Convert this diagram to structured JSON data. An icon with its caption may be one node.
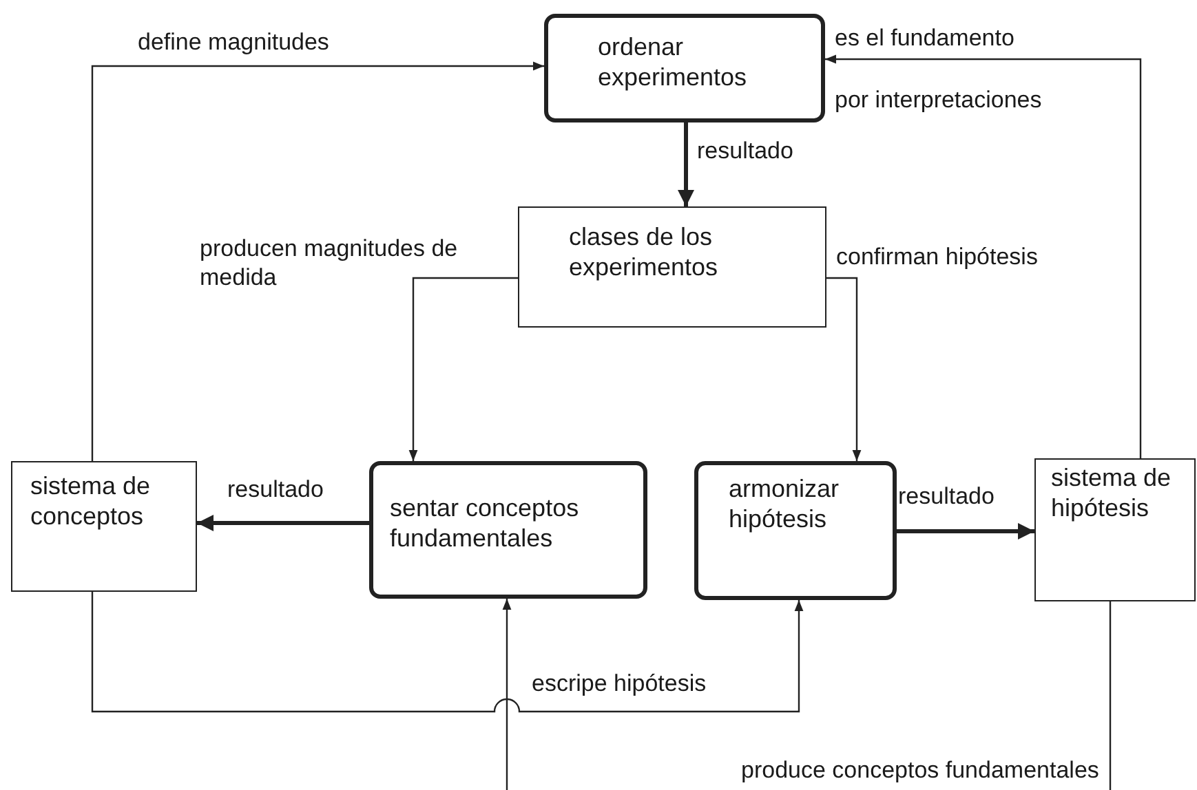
{
  "diagram": {
    "nodes": [
      {
        "text": [
          "ordenar experimentos"
        ]
      },
      {
        "text": [
          "clases de los experimentos"
        ]
      },
      {
        "text": [
          "sistema de conceptos"
        ]
      },
      {
        "text": [
          "sentar conceptos fundamentales"
        ]
      },
      {
        "text": [
          "armonizar hipótesis"
        ]
      },
      {
        "text": [
          "sistema de hipótesis"
        ]
      }
    ],
    "edges": [
      {
        "from": 2,
        "to": 0,
        "arrow": "to",
        "label": "define magnitudes"
      },
      {
        "from": 5,
        "to": 0,
        "arrow": "to",
        "label": "es el fundamento"
      },
      {
        "from": 0,
        "to": 1,
        "arrow": "to",
        "label": "resultado",
        "style": "thick"
      },
      {
        "from": 1,
        "to": 3,
        "arrow": "to",
        "label": "producen magnitudes de medida"
      },
      {
        "from": 1,
        "to": 4,
        "arrow": "to",
        "label": "confirman hipótesis"
      },
      {
        "from": 3,
        "to": 2,
        "arrow": "to",
        "label": "resultado",
        "style": "thick"
      },
      {
        "from": 4,
        "to": 5,
        "arrow": "to",
        "label": "resultado",
        "style": "thick"
      },
      {
        "from": 2,
        "to": 4,
        "arrow": "to",
        "label": "escripe hipótesis"
      },
      {
        "from": 5,
        "to": null,
        "arrow": "none",
        "label": "produce conceptos fundamentales"
      },
      {
        "from": null,
        "to": 3,
        "arrow": "to"
      }
    ],
    "labels": [
      "por interpretaciones"
    ]
  }
}
